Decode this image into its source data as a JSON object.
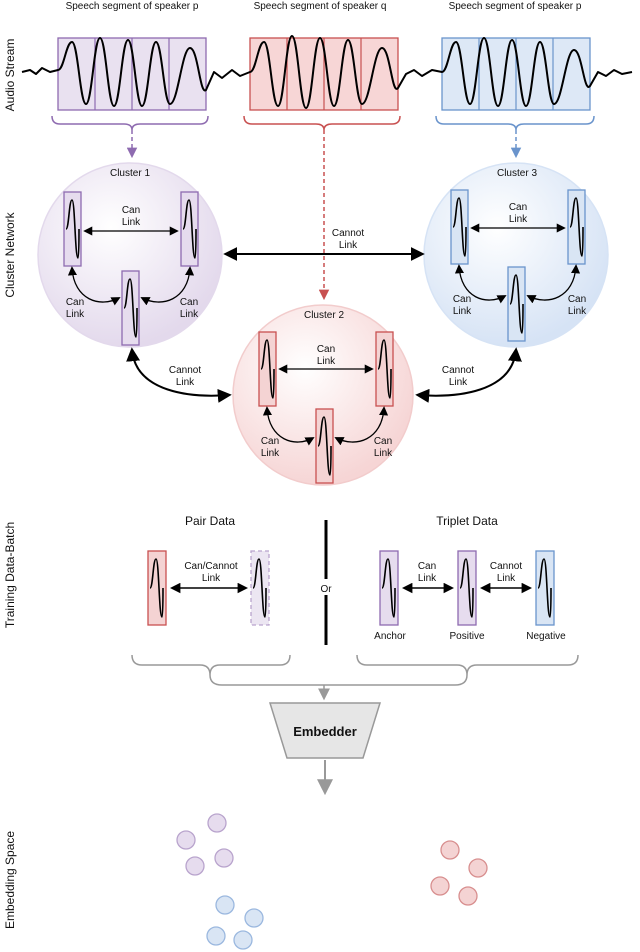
{
  "row_labels": {
    "audio": "Audio Stream",
    "cluster": "Cluster Network",
    "training": "Training Data-Batch",
    "embedding": "Embedding Space"
  },
  "segments": [
    {
      "label": "Speech segment of speaker p",
      "color": "#8e6bb0"
    },
    {
      "label": "Speech segment of speaker q",
      "color": "#c85050"
    },
    {
      "label": "Speech segment of speaker p",
      "color": "#6a94cc"
    }
  ],
  "clusters": {
    "c1": {
      "title": "Cluster 1",
      "can1": "Can",
      "can2": "Link",
      "left1": "Can",
      "left2": "Link",
      "right1": "Can",
      "right2": "Link"
    },
    "c2": {
      "title": "Cluster 2",
      "can1": "Can",
      "can2": "Link",
      "left1": "Can",
      "left2": "Link",
      "right1": "Can",
      "right2": "Link"
    },
    "c3": {
      "title": "Cluster 3",
      "can1": "Can",
      "can2": "Link",
      "left1": "Can",
      "left2": "Link",
      "right1": "Can",
      "right2": "Link"
    }
  },
  "links": {
    "top1": "Cannot",
    "top2": "Link",
    "left1": "Cannot",
    "left2": "Link",
    "right1": "Cannot",
    "right2": "Link"
  },
  "training": {
    "pair_title": "Pair Data",
    "pair_link1": "Can/Cannot",
    "pair_link2": "Link",
    "or": "Or",
    "triplet_title": "Triplet Data",
    "trip_link_a1": "Can",
    "trip_link_a2": "Link",
    "trip_link_b1": "Cannot",
    "trip_link_b2": "Link",
    "anchor": "Anchor",
    "positive": "Positive",
    "negative": "Negative"
  },
  "embedder": "Embedder",
  "colors": {
    "purple": "#8e6bb0",
    "red": "#c85050",
    "blue": "#6a94cc",
    "gray": "#999999"
  }
}
